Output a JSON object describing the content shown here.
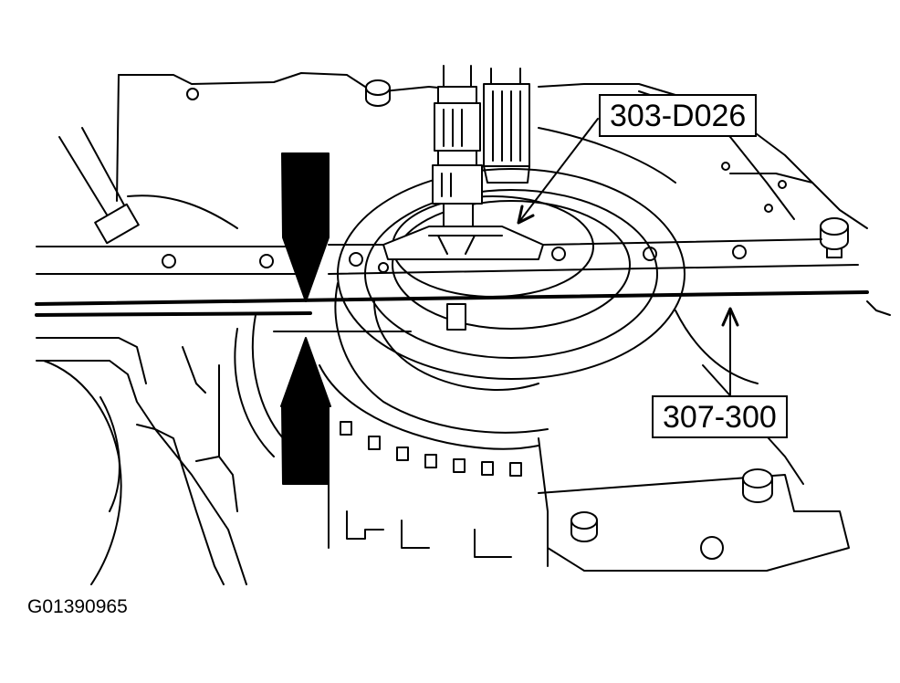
{
  "callouts": {
    "tool_303": "303-D026",
    "tool_307": "307-300"
  },
  "figure_id": "G01390965",
  "colors": {
    "ink": "#000000",
    "paper": "#ffffff"
  }
}
